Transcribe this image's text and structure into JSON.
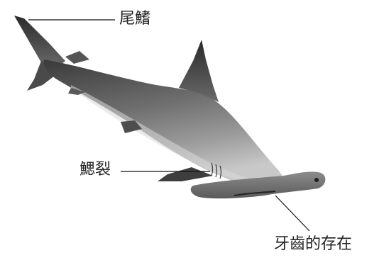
{
  "labels": {
    "tail_fin": "尾鰭",
    "gill_slits": "鰓裂",
    "teeth": "牙齒的存在"
  }
}
